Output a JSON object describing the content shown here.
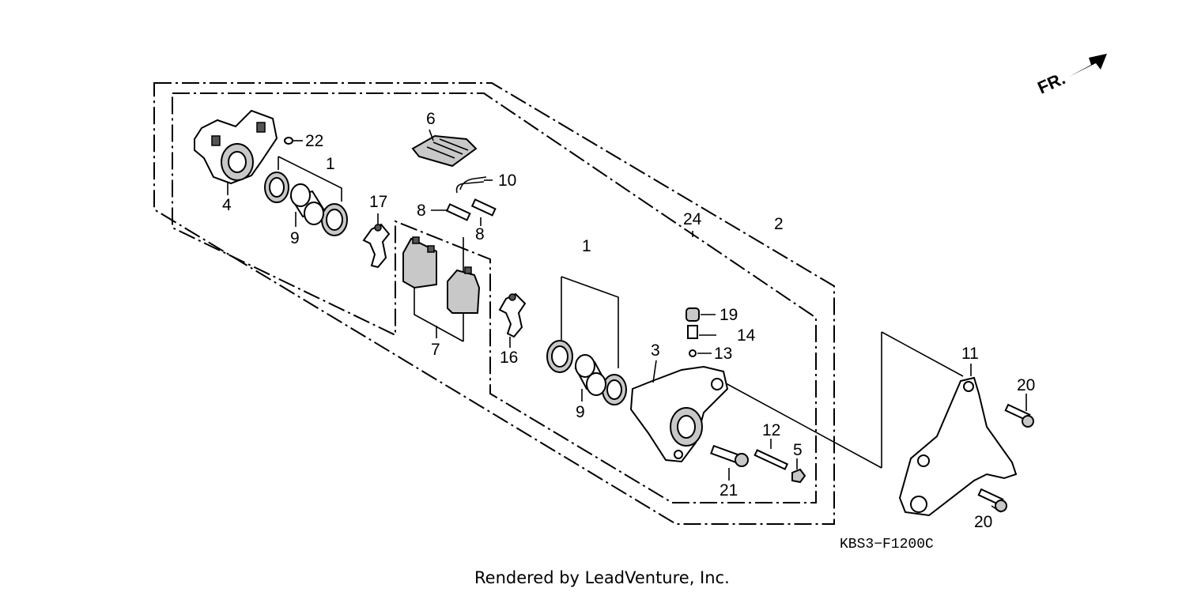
{
  "diagram_code": "KBS3−F1200C",
  "render_credit": "Rendered by LeadVenture, Inc.",
  "front_indicator": "FR.",
  "callouts": {
    "c1a": "1",
    "c1b": "1",
    "c2": "2",
    "c3": "3",
    "c4": "4",
    "c5": "5",
    "c6": "6",
    "c7": "7",
    "c8a": "8",
    "c8b": "8",
    "c9a": "9",
    "c9b": "9",
    "c10": "10",
    "c11": "11",
    "c12": "12",
    "c13": "13",
    "c14": "14",
    "c16": "16",
    "c17": "17",
    "c19": "19",
    "c20a": "20",
    "c20b": "20",
    "c21": "21",
    "c22": "22",
    "c24": "24"
  }
}
